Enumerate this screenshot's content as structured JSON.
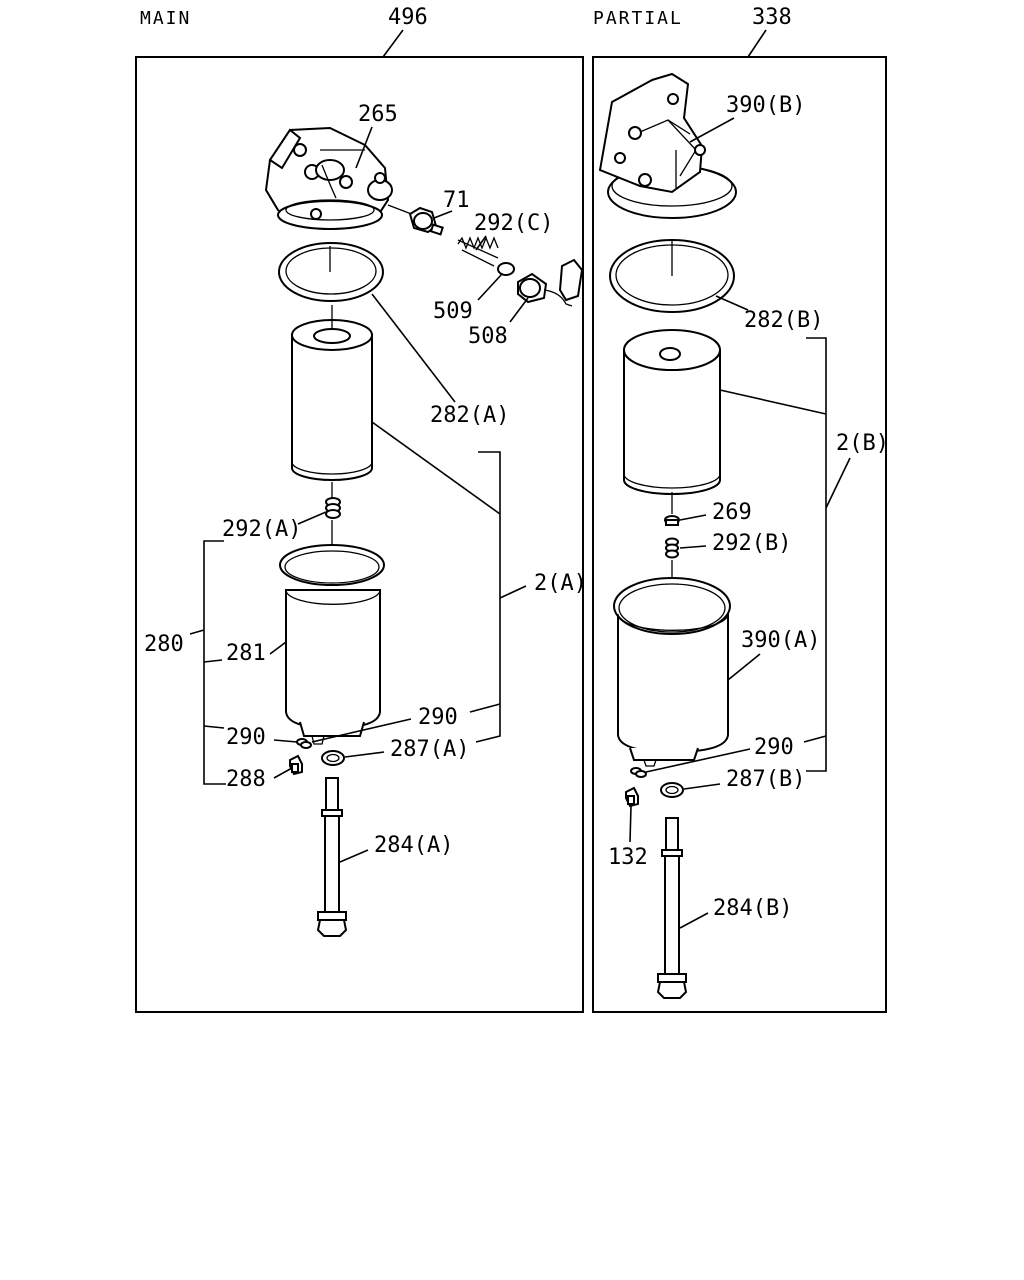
{
  "panels": {
    "main": {
      "title": "MAIN",
      "number": "496"
    },
    "partial": {
      "title": "PARTIAL",
      "number": "338"
    }
  },
  "main_labels": {
    "p265": "265",
    "p71": "71",
    "p292c": "292(C)",
    "p509": "509",
    "p508": "508",
    "p282a": "282(A)",
    "p292a": "292(A)",
    "p280": "280",
    "p281": "281",
    "p2a": "2(A)",
    "p290_left": "290",
    "p290_right": "290",
    "p287a": "287(A)",
    "p288": "288",
    "p284a": "284(A)"
  },
  "partial_labels": {
    "p390b": "390(B)",
    "p282b": "282(B)",
    "p2b": "2(B)",
    "p269": "269",
    "p292b": "292(B)",
    "p390a": "390(A)",
    "p290": "290",
    "p287b": "287(B)",
    "p132": "132",
    "p284b": "284(B)"
  }
}
